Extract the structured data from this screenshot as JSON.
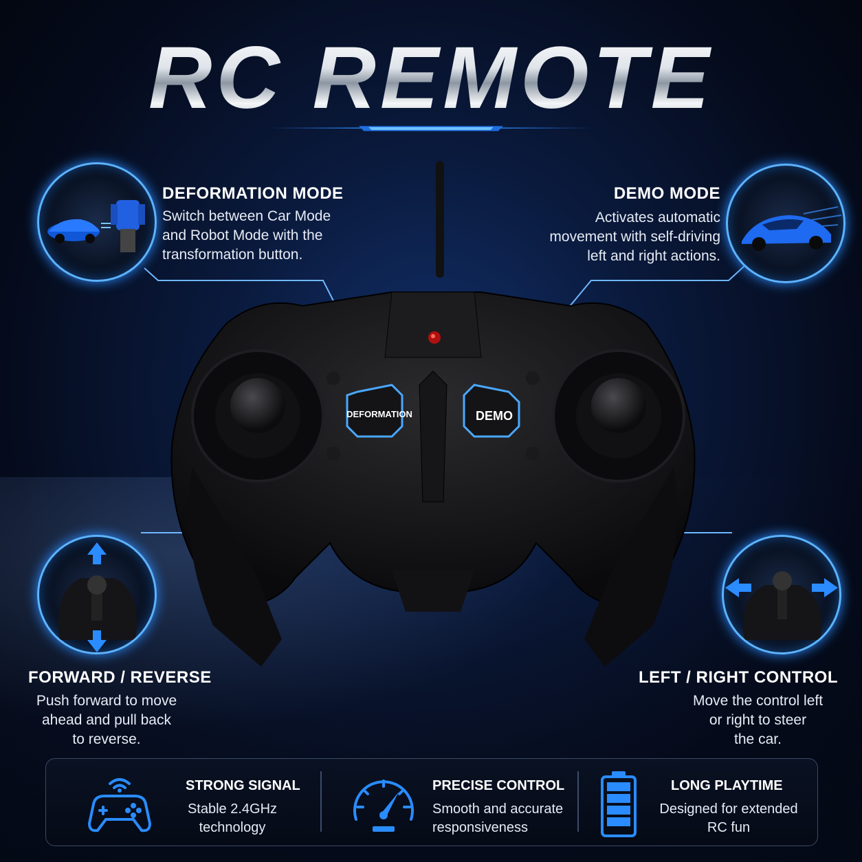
{
  "title": "RC REMOTE",
  "features": {
    "deformation": {
      "title": "DEFORMATION MODE",
      "lines": [
        "Switch between Car Mode",
        "and Robot Mode with the",
        "transformation button."
      ]
    },
    "demo": {
      "title": "DEMO MODE",
      "lines": [
        "Activates automatic",
        "movement with self-driving",
        "left and right actions."
      ]
    },
    "forward": {
      "title": "FORWARD / REVERSE",
      "lines": [
        "Push forward to move",
        "ahead and pull back",
        "to reverse."
      ]
    },
    "leftright": {
      "title": "LEFT / RIGHT CONTROL",
      "lines": [
        "Move the control left",
        "or right to steer",
        "the car."
      ]
    }
  },
  "remote": {
    "deformation_button": "DEFORMATION",
    "demo_button": "DEMO"
  },
  "bottom": [
    {
      "title": "STRONG SIGNAL",
      "lines": [
        "Stable 2.4GHz",
        "technology"
      ],
      "icon": "gamepad-signal-icon"
    },
    {
      "title": "PRECISE CONTROL",
      "lines": [
        "Smooth and accurate",
        "responsiveness"
      ],
      "icon": "speedometer-icon"
    },
    {
      "title": "LONG PLAYTIME",
      "lines": [
        "Designed for extended",
        "RC fun"
      ],
      "icon": "battery-icon"
    }
  ],
  "colors": {
    "accent": "#2a8cff",
    "glow": "#5db3ff"
  }
}
